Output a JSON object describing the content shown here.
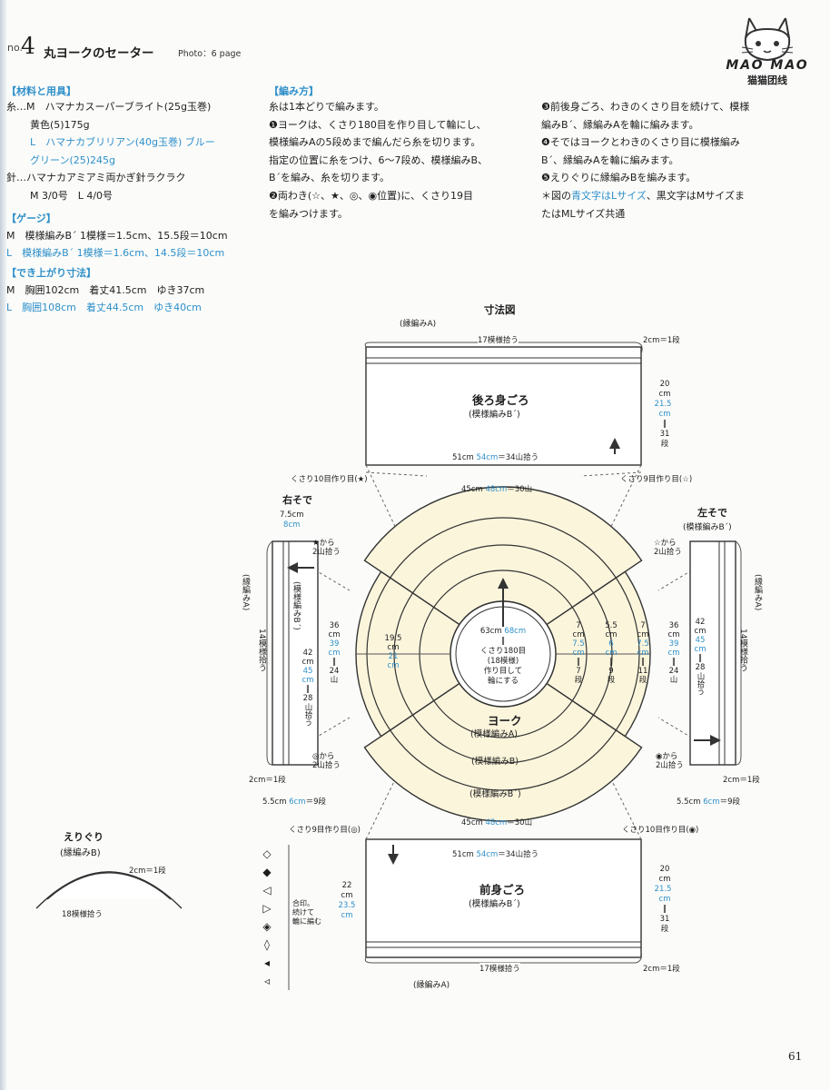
{
  "header": {
    "prefix": "no.",
    "number": "4",
    "title": "丸ヨークのセーター",
    "photo": "Photo：6 page"
  },
  "logo": {
    "top": "MAO MAO",
    "bottom": "猫猫团线"
  },
  "materials": {
    "heading": "【材料と用具】",
    "lines": [
      {
        "text": "糸…M　ハマナカスーパーブライト(25g玉巻)",
        "blue": false,
        "indent": false
      },
      {
        "text": "黄色(5)175g",
        "blue": false,
        "indent": true
      },
      {
        "text": "L　ハマナカブリリアン(40g玉巻) ブルー",
        "blue": true,
        "indent": true
      },
      {
        "text": "グリーン(25)245g",
        "blue": true,
        "indent": true
      },
      {
        "text": "針…ハマナカアミアミ両かぎ針ラクラク",
        "blue": false,
        "indent": false
      },
      {
        "text": "M 3/0号　L 4/0号",
        "blue": false,
        "indent": true
      }
    ]
  },
  "gauge": {
    "heading": "【ゲージ】",
    "m": "M　模様編みB´ 1模様＝1.5cm、15.5段＝10cm",
    "l": "L　模様編みB´ 1模様＝1.6cm、14.5段＝10cm"
  },
  "finished": {
    "heading": "【でき上がり寸法】",
    "m": "M　胸囲102cm　着丈41.5cm　ゆき37cm",
    "l": "L　胸囲108cm　着丈44.5cm　ゆき40cm"
  },
  "howto": {
    "heading": "【編み方】",
    "col1": [
      "糸は1本どりで編みます。",
      "❶ヨークは、くさり180目を作り目して輪にし、",
      "模様編みAの5段めまで編んだら糸を切ります。",
      "指定の位置に糸をつけ、6～7段め、模様編みB、",
      "B´を編み、糸を切ります。",
      "❷両わき(☆、★、◎、◉位置)に、くさり19目",
      "を編みつけます。"
    ],
    "col2": [
      "❸前後身ごろ、わきのくさり目を続けて、模様",
      "編みB´、縁編みAを輪に編みます。",
      "❹そではヨークとわきのくさり目に模様編み",
      "B´、縁編みAを輪に編みます。",
      "❺えりぐりに縁編みBを編みます。"
    ],
    "note_a": "＊図の",
    "note_b": "青文字はLサイズ",
    "note_c": "、黒文字はMサイズま",
    "note_d": "たはMLサイズ共通"
  },
  "diagram": {
    "title": "寸法図",
    "back": {
      "name": "後ろ身ごろ",
      "pattern": "(模様編みB´)",
      "edge": "(縁編みA)",
      "pick": "17模様拾う",
      "rib": "2cm＝1段",
      "width_m": "51cm",
      "width_l": "54cm",
      "width_rest": "＝34山拾う",
      "h_m": "20",
      "h_unit": "cm",
      "h_l": "21.5",
      "h_rows": [
        "31",
        "段"
      ]
    },
    "front": {
      "name": "前身ごろ",
      "pattern": "(模様編みB´)",
      "edge": "(縁編みA)",
      "pick": "17模様拾う",
      "rib": "2cm＝1段",
      "width_m": "51cm",
      "width_l": "54cm",
      "width_rest": "＝34山拾う",
      "h_m": "20",
      "h_unit": "cm",
      "h_l": "21.5",
      "h_rows": [
        "31",
        "段"
      ],
      "lh_m": "22",
      "lh_l": "23.5"
    },
    "chain_tl": "くさり10目作り目(★)",
    "chain_tr": "くさり9目作り目(☆)",
    "chain_bl": "くさり9目作り目(◎)",
    "chain_br": "くさり10目作り目(◉)",
    "yoke": {
      "name": "ヨーク",
      "pattern": "(模様編みA)",
      "b": "(模様編みB)",
      "b2": "(模様編みB´)",
      "arc_m": "45cm",
      "arc_l": "48cm",
      "arc_rest": "＝30山",
      "ctr_m": "63cm",
      "ctr_l": "68cm",
      "ctr_lines": [
        "くさり180目",
        "(18模様)",
        "作り目して",
        "輪にする"
      ],
      "inner_m": "19.5",
      "inner_l": "21",
      "v_cm": "cm",
      "d1_m": "7",
      "d1_l": "7.5",
      "d1_r": "7",
      "d2_m": "5.5",
      "d2_l": "6",
      "d2_r": "9",
      "d3_m": "7",
      "d3_l": "7.5",
      "d3_r": "11",
      "rows": "段",
      "eq": "＝"
    },
    "sleeve_r": {
      "name": "右そで",
      "w_m": "7.5cm",
      "w_l": "8cm",
      "star": "★から",
      "star2": "2山拾う",
      "dc": "◎から",
      "dc2": "2山拾う",
      "len_m": "36",
      "len_l": "39",
      "len_r": "24",
      "len_u": "山",
      "circ_m": "42",
      "circ_l": "45",
      "circ_r": "28",
      "circ_u": "山拾う",
      "pat": "模様編みB´",
      "edge": "縁編みA",
      "pick": "14模様拾う",
      "rib": "2cm＝1段",
      "bot_m": "5.5cm",
      "bot_l": "6cm",
      "bot_r": "＝9段"
    },
    "sleeve_l": {
      "name": "左そで",
      "pattern": "(模様編みB´)",
      "star": "☆から",
      "star2": "2山拾う",
      "dc": "◉から",
      "dc2": "2山拾う",
      "len_m": "36",
      "len_l": "39",
      "len_r": "24",
      "len_u": "山",
      "circ_m": "42",
      "circ_l": "45",
      "circ_r": "28",
      "circ_u": "山拾う",
      "edge": "縁編みA",
      "pick": "14模様拾う",
      "rib": "2cm＝1段",
      "bot_m": "5.5cm",
      "bot_l": "6cm",
      "bot_r": "＝9段"
    },
    "neck": {
      "title": "えりぐり",
      "pattern": "(縁編みB)",
      "rib": "2cm＝1段",
      "pick": "18模様拾う"
    },
    "join": {
      "lines": [
        "合印。",
        "続けて",
        "輪に編む"
      ]
    }
  },
  "page_number": "61"
}
